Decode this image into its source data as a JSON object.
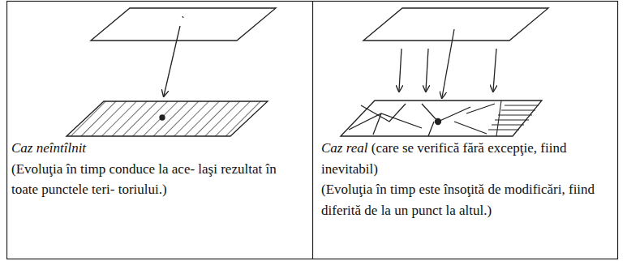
{
  "diagram": {
    "labels": [
      "Caz neîntîlnit",
      "(Evoluţia în timp conduce la ace- laşi rezultat în toate punctele teri- toriului.)",
      "Caz real",
      "(care se verifică fără excepţie, fiind inevitabil)",
      "(Evoluţia în timp este însoţită de modificări, fiind diferită de la un punct la altul.)"
    ]
  }
}
